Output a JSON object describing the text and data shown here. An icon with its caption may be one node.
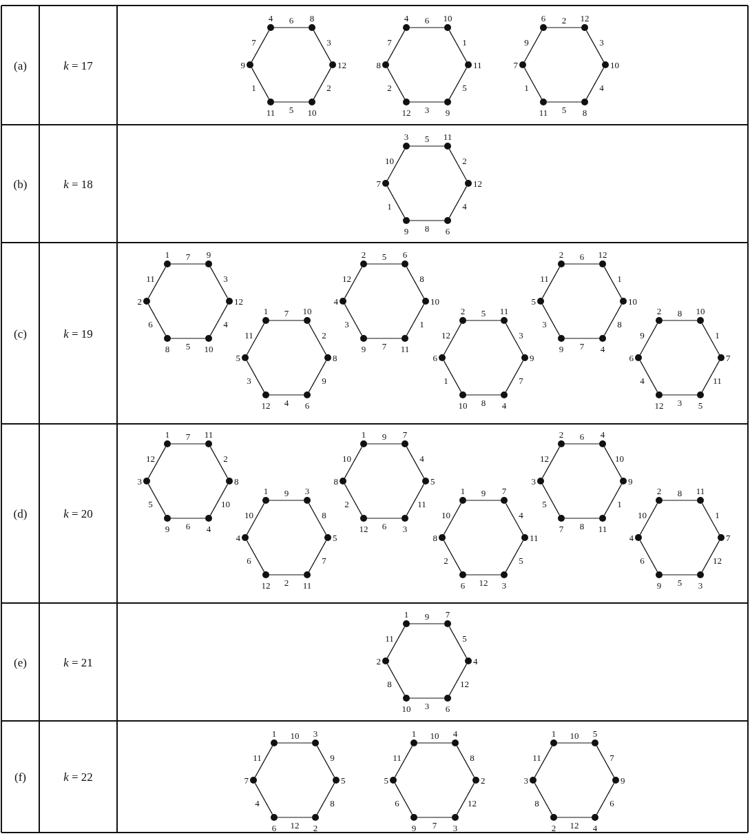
{
  "diagram": {
    "nodes": [
      {
        "text": [],
        "shape": "circle",
        "beside": [
          "4"
        ]
      },
      {
        "text": [],
        "shape": "circle",
        "beside": [
          "8"
        ]
      },
      {
        "text": [],
        "shape": "circle",
        "beside": [
          "12"
        ]
      },
      {
        "text": [],
        "shape": "circle",
        "beside": [
          "10"
        ]
      },
      {
        "text": [],
        "shape": "circle",
        "beside": [
          "11"
        ]
      },
      {
        "text": [],
        "shape": "circle",
        "beside": [
          "9"
        ]
      },
      {
        "text": [],
        "shape": "circle",
        "beside": [
          "4"
        ]
      },
      {
        "text": [],
        "shape": "circle",
        "beside": [
          "10"
        ]
      },
      {
        "text": [],
        "shape": "circle",
        "beside": [
          "11"
        ]
      },
      {
        "text": [],
        "shape": "circle",
        "beside": [
          "9"
        ]
      },
      {
        "text": [],
        "shape": "circle",
        "beside": [
          "12"
        ]
      },
      {
        "text": [],
        "shape": "circle",
        "beside": [
          "8"
        ]
      },
      {
        "text": [],
        "shape": "circle",
        "beside": [
          "6"
        ]
      },
      {
        "text": [],
        "shape": "circle",
        "beside": [
          "12"
        ]
      },
      {
        "text": [],
        "shape": "circle",
        "beside": [
          "10"
        ]
      },
      {
        "text": [],
        "shape": "circle",
        "beside": [
          "8"
        ]
      },
      {
        "text": [],
        "shape": "circle",
        "beside": [
          "11"
        ]
      },
      {
        "text": [],
        "shape": "circle",
        "beside": [
          "7"
        ]
      },
      {
        "text": [],
        "shape": "circle",
        "beside": [
          "3"
        ]
      },
      {
        "text": [],
        "shape": "circle",
        "beside": [
          "11"
        ]
      },
      {
        "text": [],
        "shape": "circle",
        "beside": [
          "12"
        ]
      },
      {
        "text": [],
        "shape": "circle",
        "beside": [
          "6"
        ]
      },
      {
        "text": [],
        "shape": "circle",
        "beside": [
          "9"
        ]
      },
      {
        "text": [],
        "shape": "circle",
        "beside": [
          "7"
        ]
      },
      {
        "text": [],
        "shape": "circle",
        "beside": [
          "1"
        ]
      },
      {
        "text": [],
        "shape": "circle",
        "beside": [
          "9"
        ]
      },
      {
        "text": [],
        "shape": "circle",
        "beside": [
          "12"
        ]
      },
      {
        "text": [],
        "shape": "circle",
        "beside": [
          "10"
        ]
      },
      {
        "text": [],
        "shape": "circle",
        "beside": [
          "8"
        ]
      },
      {
        "text": [],
        "shape": "circle",
        "beside": [
          "2"
        ]
      },
      {
        "text": [],
        "shape": "circle",
        "beside": [
          "1"
        ]
      },
      {
        "text": [],
        "shape": "circle",
        "beside": [
          "10"
        ]
      },
      {
        "text": [],
        "shape": "circle",
        "beside": [
          "8"
        ]
      },
      {
        "text": [],
        "shape": "circle",
        "beside": [
          "6"
        ]
      },
      {
        "text": [],
        "shape": "circle",
        "beside": [
          "12"
        ]
      },
      {
        "text": [],
        "shape": "circle",
        "beside": [
          "5"
        ]
      },
      {
        "text": [],
        "shape": "circle",
        "beside": [
          "2"
        ]
      },
      {
        "text": [],
        "shape": "circle",
        "beside": [
          "6"
        ]
      },
      {
        "text": [],
        "shape": "circle",
        "beside": [
          "10"
        ]
      },
      {
        "text": [],
        "shape": "circle",
        "beside": [
          "11"
        ]
      },
      {
        "text": [],
        "shape": "circle",
        "beside": [
          "9"
        ]
      },
      {
        "text": [],
        "shape": "circle",
        "beside": [
          "4"
        ]
      },
      {
        "text": [],
        "shape": "circle",
        "beside": [
          "2"
        ]
      },
      {
        "text": [],
        "shape": "circle",
        "beside": [
          "11"
        ]
      },
      {
        "text": [],
        "shape": "circle",
        "beside": [
          "9"
        ]
      },
      {
        "text": [],
        "shape": "circle",
        "beside": [
          "4"
        ]
      },
      {
        "text": [],
        "shape": "circle",
        "beside": [
          "10"
        ]
      },
      {
        "text": [],
        "shape": "circle",
        "beside": [
          "6"
        ]
      },
      {
        "text": [],
        "shape": "circle",
        "beside": [
          "2"
        ]
      },
      {
        "text": [],
        "shape": "circle",
        "beside": [
          "12"
        ]
      },
      {
        "text": [],
        "shape": "circle",
        "beside": [
          "10"
        ]
      },
      {
        "text": [],
        "shape": "circle",
        "beside": [
          "4"
        ]
      },
      {
        "text": [],
        "shape": "circle",
        "beside": [
          "9"
        ]
      },
      {
        "text": [],
        "shape": "circle",
        "beside": [
          "5"
        ]
      },
      {
        "text": [],
        "shape": "circle",
        "beside": [
          "2"
        ]
      },
      {
        "text": [],
        "shape": "circle",
        "beside": [
          "10"
        ]
      },
      {
        "text": [],
        "shape": "circle",
        "beside": [
          "7"
        ]
      },
      {
        "text": [],
        "shape": "circle",
        "beside": [
          "5"
        ]
      },
      {
        "text": [],
        "shape": "circle",
        "beside": [
          "12"
        ]
      },
      {
        "text": [],
        "shape": "circle",
        "beside": [
          "6"
        ]
      },
      {
        "text": [],
        "shape": "circle",
        "beside": [
          "1"
        ]
      },
      {
        "text": [],
        "shape": "circle",
        "beside": [
          "11"
        ]
      },
      {
        "text": [],
        "shape": "circle",
        "beside": [
          "8"
        ]
      },
      {
        "text": [],
        "shape": "circle",
        "beside": [
          "4"
        ]
      },
      {
        "text": [],
        "shape": "circle",
        "beside": [
          "9"
        ]
      },
      {
        "text": [],
        "shape": "circle",
        "beside": [
          "3"
        ]
      },
      {
        "text": [],
        "shape": "circle",
        "beside": [
          "1"
        ]
      },
      {
        "text": [],
        "shape": "circle",
        "beside": [
          "3"
        ]
      },
      {
        "text": [],
        "shape": "circle",
        "beside": [
          "5"
        ]
      },
      {
        "text": [],
        "shape": "circle",
        "beside": [
          "11"
        ]
      },
      {
        "text": [],
        "shape": "circle",
        "beside": [
          "12"
        ]
      },
      {
        "text": [],
        "shape": "circle",
        "beside": [
          "4"
        ]
      },
      {
        "text": [],
        "shape": "circle",
        "beside": [
          "1"
        ]
      },
      {
        "text": [],
        "shape": "circle",
        "beside": [
          "7"
        ]
      },
      {
        "text": [],
        "shape": "circle",
        "beside": [
          "5"
        ]
      },
      {
        "text": [],
        "shape": "circle",
        "beside": [
          "3"
        ]
      },
      {
        "text": [],
        "shape": "circle",
        "beside": [
          "12"
        ]
      },
      {
        "text": [],
        "shape": "circle",
        "beside": [
          "8"
        ]
      },
      {
        "text": [],
        "shape": "circle",
        "beside": [
          "1"
        ]
      },
      {
        "text": [],
        "shape": "circle",
        "beside": [
          "7"
        ]
      },
      {
        "text": [],
        "shape": "circle",
        "beside": [
          "11"
        ]
      },
      {
        "text": [],
        "shape": "circle",
        "beside": [
          "3"
        ]
      },
      {
        "text": [],
        "shape": "circle",
        "beside": [
          "6"
        ]
      },
      {
        "text": [],
        "shape": "circle",
        "beside": [
          "8"
        ]
      },
      {
        "text": [],
        "shape": "circle",
        "beside": [
          "2"
        ]
      },
      {
        "text": [],
        "shape": "circle",
        "beside": [
          "4"
        ]
      },
      {
        "text": [],
        "shape": "circle",
        "beside": [
          "9"
        ]
      },
      {
        "text": [],
        "shape": "circle",
        "beside": [
          "11"
        ]
      },
      {
        "text": [],
        "shape": "circle",
        "beside": [
          "7"
        ]
      },
      {
        "text": [],
        "shape": "circle",
        "beside": [
          "3"
        ]
      },
      {
        "text": [],
        "shape": "circle",
        "beside": [
          "2"
        ]
      },
      {
        "text": [],
        "shape": "circle",
        "beside": [
          "11"
        ]
      },
      {
        "text": [],
        "shape": "circle",
        "beside": [
          "7"
        ]
      },
      {
        "text": [],
        "shape": "circle",
        "beside": [
          "3"
        ]
      },
      {
        "text": [],
        "shape": "circle",
        "beside": [
          "9"
        ]
      },
      {
        "text": [],
        "shape": "circle",
        "beside": [
          "4"
        ]
      },
      {
        "text": [],
        "shape": "circle",
        "beside": [
          "1"
        ]
      },
      {
        "text": [],
        "shape": "circle",
        "beside": [
          "7"
        ]
      },
      {
        "text": [],
        "shape": "circle",
        "beside": [
          "4"
        ]
      },
      {
        "text": [],
        "shape": "circle",
        "beside": [
          "6"
        ]
      },
      {
        "text": [],
        "shape": "circle",
        "beside": [
          "10"
        ]
      },
      {
        "text": [],
        "shape": "circle",
        "beside": [
          "2"
        ]
      },
      {
        "text": [],
        "shape": "circle",
        "beside": [
          "1"
        ]
      },
      {
        "text": [],
        "shape": "circle",
        "beside": [
          "3"
        ]
      },
      {
        "text": [],
        "shape": "circle",
        "beside": [
          "5"
        ]
      },
      {
        "text": [],
        "shape": "circle",
        "beside": [
          "2"
        ]
      },
      {
        "text": [],
        "shape": "circle",
        "beside": [
          "6"
        ]
      },
      {
        "text": [],
        "shape": "circle",
        "beside": [
          "7"
        ]
      },
      {
        "text": [],
        "shape": "circle",
        "beside": [
          "1"
        ]
      },
      {
        "text": [],
        "shape": "circle",
        "beside": [
          "4"
        ]
      },
      {
        "text": [],
        "shape": "circle",
        "beside": [
          "2"
        ]
      },
      {
        "text": [],
        "shape": "circle",
        "beside": [
          "3"
        ]
      },
      {
        "text": [],
        "shape": "circle",
        "beside": [
          "9"
        ]
      },
      {
        "text": [],
        "shape": "circle",
        "beside": [
          "5"
        ]
      },
      {
        "text": [],
        "shape": "circle",
        "beside": [
          "1"
        ]
      },
      {
        "text": [],
        "shape": "circle",
        "beside": [
          "5"
        ]
      },
      {
        "text": [],
        "shape": "circle",
        "beside": [
          "9"
        ]
      },
      {
        "text": [],
        "shape": "circle",
        "beside": [
          "4"
        ]
      },
      {
        "text": [],
        "shape": "circle",
        "beside": [
          "2"
        ]
      },
      {
        "text": [],
        "shape": "circle",
        "beside": [
          "3"
        ]
      }
    ],
    "edges": [
      {
        "from": 0,
        "to": 1,
        "arrow": "none",
        "label": "6"
      },
      {
        "from": 1,
        "to": 2,
        "arrow": "none",
        "label": "3"
      },
      {
        "from": 2,
        "to": 3,
        "arrow": "none",
        "label": "2"
      },
      {
        "from": 3,
        "to": 4,
        "arrow": "none",
        "label": "5"
      },
      {
        "from": 4,
        "to": 5,
        "arrow": "none",
        "label": "1"
      },
      {
        "from": 5,
        "to": 0,
        "arrow": "none",
        "label": "7"
      },
      {
        "from": 6,
        "to": 7,
        "arrow": "none",
        "label": "6"
      },
      {
        "from": 7,
        "to": 8,
        "arrow": "none",
        "label": "1"
      },
      {
        "from": 8,
        "to": 9,
        "arrow": "none",
        "label": "5"
      },
      {
        "from": 9,
        "to": 10,
        "arrow": "none",
        "label": "3"
      },
      {
        "from": 10,
        "to": 11,
        "arrow": "none",
        "label": "2"
      },
      {
        "from": 11,
        "to": 6,
        "arrow": "none",
        "label": "7"
      },
      {
        "from": 12,
        "to": 13,
        "arrow": "none",
        "label": "2"
      },
      {
        "from": 13,
        "to": 14,
        "arrow": "none",
        "label": "3"
      },
      {
        "from": 14,
        "to": 15,
        "arrow": "none",
        "label": "4"
      },
      {
        "from": 15,
        "to": 16,
        "arrow": "none",
        "label": "5"
      },
      {
        "from": 16,
        "to": 17,
        "arrow": "none",
        "label": "1"
      },
      {
        "from": 17,
        "to": 12,
        "arrow": "none",
        "label": "9"
      },
      {
        "from": 18,
        "to": 19,
        "arrow": "none",
        "label": "5"
      },
      {
        "from": 19,
        "to": 20,
        "arrow": "none",
        "label": "2"
      },
      {
        "from": 20,
        "to": 21,
        "arrow": "none",
        "label": "4"
      },
      {
        "from": 21,
        "to": 22,
        "arrow": "none",
        "label": "8"
      },
      {
        "from": 22,
        "to": 23,
        "arrow": "none",
        "label": "1"
      },
      {
        "from": 23,
        "to": 18,
        "arrow": "none",
        "label": "10"
      },
      {
        "from": 24,
        "to": 25,
        "arrow": "none",
        "label": "7"
      },
      {
        "from": 25,
        "to": 26,
        "arrow": "none",
        "label": "3"
      },
      {
        "from": 26,
        "to": 27,
        "arrow": "none",
        "label": "4"
      },
      {
        "from": 27,
        "to": 28,
        "arrow": "none",
        "label": "5"
      },
      {
        "from": 28,
        "to": 29,
        "arrow": "none",
        "label": "6"
      },
      {
        "from": 29,
        "to": 24,
        "arrow": "none",
        "label": "11"
      },
      {
        "from": 30,
        "to": 31,
        "arrow": "none",
        "label": "7"
      },
      {
        "from": 31,
        "to": 32,
        "arrow": "none",
        "label": "2"
      },
      {
        "from": 32,
        "to": 33,
        "arrow": "none",
        "label": "9"
      },
      {
        "from": 33,
        "to": 34,
        "arrow": "none",
        "label": "4"
      },
      {
        "from": 34,
        "to": 35,
        "arrow": "none",
        "label": "3"
      },
      {
        "from": 35,
        "to": 30,
        "arrow": "none",
        "label": "11"
      },
      {
        "from": 36,
        "to": 37,
        "arrow": "none",
        "label": "5"
      },
      {
        "from": 37,
        "to": 38,
        "arrow": "none",
        "label": "8"
      },
      {
        "from": 38,
        "to": 39,
        "arrow": "none",
        "label": "1"
      },
      {
        "from": 39,
        "to": 40,
        "arrow": "none",
        "label": "7"
      },
      {
        "from": 40,
        "to": 41,
        "arrow": "none",
        "label": "3"
      },
      {
        "from": 41,
        "to": 36,
        "arrow": "none",
        "label": "12"
      },
      {
        "from": 42,
        "to": 43,
        "arrow": "none",
        "label": "5"
      },
      {
        "from": 43,
        "to": 44,
        "arrow": "none",
        "label": "3"
      },
      {
        "from": 44,
        "to": 45,
        "arrow": "none",
        "label": "7"
      },
      {
        "from": 45,
        "to": 46,
        "arrow": "none",
        "label": "8"
      },
      {
        "from": 46,
        "to": 47,
        "arrow": "none",
        "label": "1"
      },
      {
        "from": 47,
        "to": 42,
        "arrow": "none",
        "label": "12"
      },
      {
        "from": 48,
        "to": 49,
        "arrow": "none",
        "label": "6"
      },
      {
        "from": 49,
        "to": 50,
        "arrow": "none",
        "label": "1"
      },
      {
        "from": 50,
        "to": 51,
        "arrow": "none",
        "label": "8"
      },
      {
        "from": 51,
        "to": 52,
        "arrow": "none",
        "label": "7"
      },
      {
        "from": 52,
        "to": 53,
        "arrow": "none",
        "label": "3"
      },
      {
        "from": 53,
        "to": 48,
        "arrow": "none",
        "label": "11"
      },
      {
        "from": 54,
        "to": 55,
        "arrow": "none",
        "label": "8"
      },
      {
        "from": 55,
        "to": 56,
        "arrow": "none",
        "label": "1"
      },
      {
        "from": 56,
        "to": 57,
        "arrow": "none",
        "label": "11"
      },
      {
        "from": 57,
        "to": 58,
        "arrow": "none",
        "label": "3"
      },
      {
        "from": 58,
        "to": 59,
        "arrow": "none",
        "label": "4"
      },
      {
        "from": 59,
        "to": 54,
        "arrow": "none",
        "label": "9"
      },
      {
        "from": 60,
        "to": 61,
        "arrow": "none",
        "label": "7"
      },
      {
        "from": 61,
        "to": 62,
        "arrow": "none",
        "label": "2"
      },
      {
        "from": 62,
        "to": 63,
        "arrow": "none",
        "label": "10"
      },
      {
        "from": 63,
        "to": 64,
        "arrow": "none",
        "label": "6"
      },
      {
        "from": 64,
        "to": 65,
        "arrow": "none",
        "label": "5"
      },
      {
        "from": 65,
        "to": 60,
        "arrow": "none",
        "label": "12"
      },
      {
        "from": 66,
        "to": 67,
        "arrow": "none",
        "label": "9"
      },
      {
        "from": 67,
        "to": 68,
        "arrow": "none",
        "label": "8"
      },
      {
        "from": 68,
        "to": 69,
        "arrow": "none",
        "label": "7"
      },
      {
        "from": 69,
        "to": 70,
        "arrow": "none",
        "label": "2"
      },
      {
        "from": 70,
        "to": 71,
        "arrow": "none",
        "label": "6"
      },
      {
        "from": 71,
        "to": 66,
        "arrow": "none",
        "label": "10"
      },
      {
        "from": 72,
        "to": 73,
        "arrow": "none",
        "label": "9"
      },
      {
        "from": 73,
        "to": 74,
        "arrow": "none",
        "label": "4"
      },
      {
        "from": 74,
        "to": 75,
        "arrow": "none",
        "label": "11"
      },
      {
        "from": 75,
        "to": 76,
        "arrow": "none",
        "label": "6"
      },
      {
        "from": 76,
        "to": 77,
        "arrow": "none",
        "label": "2"
      },
      {
        "from": 77,
        "to": 72,
        "arrow": "none",
        "label": "10"
      },
      {
        "from": 78,
        "to": 79,
        "arrow": "none",
        "label": "9"
      },
      {
        "from": 79,
        "to": 80,
        "arrow": "none",
        "label": "4"
      },
      {
        "from": 80,
        "to": 81,
        "arrow": "none",
        "label": "5"
      },
      {
        "from": 81,
        "to": 82,
        "arrow": "none",
        "label": "12"
      },
      {
        "from": 82,
        "to": 83,
        "arrow": "none",
        "label": "2"
      },
      {
        "from": 83,
        "to": 78,
        "arrow": "none",
        "label": "10"
      },
      {
        "from": 84,
        "to": 85,
        "arrow": "none",
        "label": "6"
      },
      {
        "from": 85,
        "to": 86,
        "arrow": "none",
        "label": "10"
      },
      {
        "from": 86,
        "to": 87,
        "arrow": "none",
        "label": "1"
      },
      {
        "from": 87,
        "to": 88,
        "arrow": "none",
        "label": "8"
      },
      {
        "from": 88,
        "to": 89,
        "arrow": "none",
        "label": "5"
      },
      {
        "from": 89,
        "to": 84,
        "arrow": "none",
        "label": "12"
      },
      {
        "from": 90,
        "to": 91,
        "arrow": "none",
        "label": "8"
      },
      {
        "from": 91,
        "to": 92,
        "arrow": "none",
        "label": "1"
      },
      {
        "from": 92,
        "to": 93,
        "arrow": "none",
        "label": "12"
      },
      {
        "from": 93,
        "to": 94,
        "arrow": "none",
        "label": "5"
      },
      {
        "from": 94,
        "to": 95,
        "arrow": "none",
        "label": "6"
      },
      {
        "from": 95,
        "to": 90,
        "arrow": "none",
        "label": "10"
      },
      {
        "from": 96,
        "to": 97,
        "arrow": "none",
        "label": "9"
      },
      {
        "from": 97,
        "to": 98,
        "arrow": "none",
        "label": "5"
      },
      {
        "from": 98,
        "to": 99,
        "arrow": "none",
        "label": "12"
      },
      {
        "from": 99,
        "to": 100,
        "arrow": "none",
        "label": "3"
      },
      {
        "from": 100,
        "to": 101,
        "arrow": "none",
        "label": "8"
      },
      {
        "from": 101,
        "to": 96,
        "arrow": "none",
        "label": "11"
      },
      {
        "from": 102,
        "to": 103,
        "arrow": "none",
        "label": "10"
      },
      {
        "from": 103,
        "to": 104,
        "arrow": "none",
        "label": "9"
      },
      {
        "from": 104,
        "to": 105,
        "arrow": "none",
        "label": "8"
      },
      {
        "from": 105,
        "to": 106,
        "arrow": "none",
        "label": "12"
      },
      {
        "from": 106,
        "to": 107,
        "arrow": "none",
        "label": "4"
      },
      {
        "from": 107,
        "to": 102,
        "arrow": "none",
        "label": "11"
      },
      {
        "from": 108,
        "to": 109,
        "arrow": "none",
        "label": "10"
      },
      {
        "from": 109,
        "to": 110,
        "arrow": "none",
        "label": "8"
      },
      {
        "from": 110,
        "to": 111,
        "arrow": "none",
        "label": "12"
      },
      {
        "from": 111,
        "to": 112,
        "arrow": "none",
        "label": "7"
      },
      {
        "from": 112,
        "to": 113,
        "arrow": "none",
        "label": "6"
      },
      {
        "from": 113,
        "to": 108,
        "arrow": "none",
        "label": "11"
      },
      {
        "from": 114,
        "to": 115,
        "arrow": "none",
        "label": "10"
      },
      {
        "from": 115,
        "to": 116,
        "arrow": "none",
        "label": "7"
      },
      {
        "from": 116,
        "to": 117,
        "arrow": "none",
        "label": "6"
      },
      {
        "from": 117,
        "to": 118,
        "arrow": "none",
        "label": "12"
      },
      {
        "from": 118,
        "to": 119,
        "arrow": "none",
        "label": "8"
      },
      {
        "from": 119,
        "to": 114,
        "arrow": "none",
        "label": "11"
      }
    ],
    "labels": [
      "(a)",
      "*k* = 17",
      "(b)",
      "*k* = 18",
      "(c)",
      "*k* = 19",
      "(d)",
      "*k* = 20",
      "(e)",
      "*k* = 21",
      "(f)",
      "*k* = 22"
    ]
  }
}
